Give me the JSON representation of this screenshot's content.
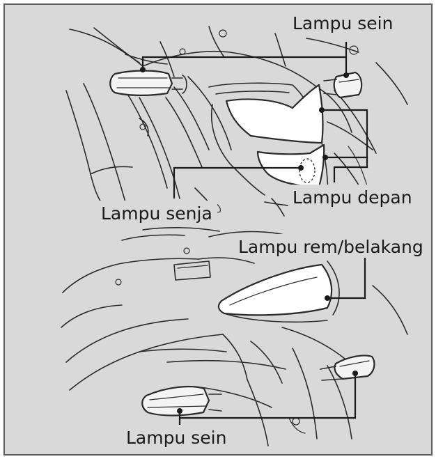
{
  "labels": {
    "front_turn_signal": "Lampu sein",
    "headlight": "Lampu depan",
    "position_light": "Lampu senja",
    "brake_tail_light": "Lampu rem/belakang",
    "rear_turn_signal": "Lampu sein"
  },
  "colors": {
    "panel_background": "#d9d9d9",
    "line": "#2a2a2a",
    "lamp_fill": "#f4f4f4"
  }
}
